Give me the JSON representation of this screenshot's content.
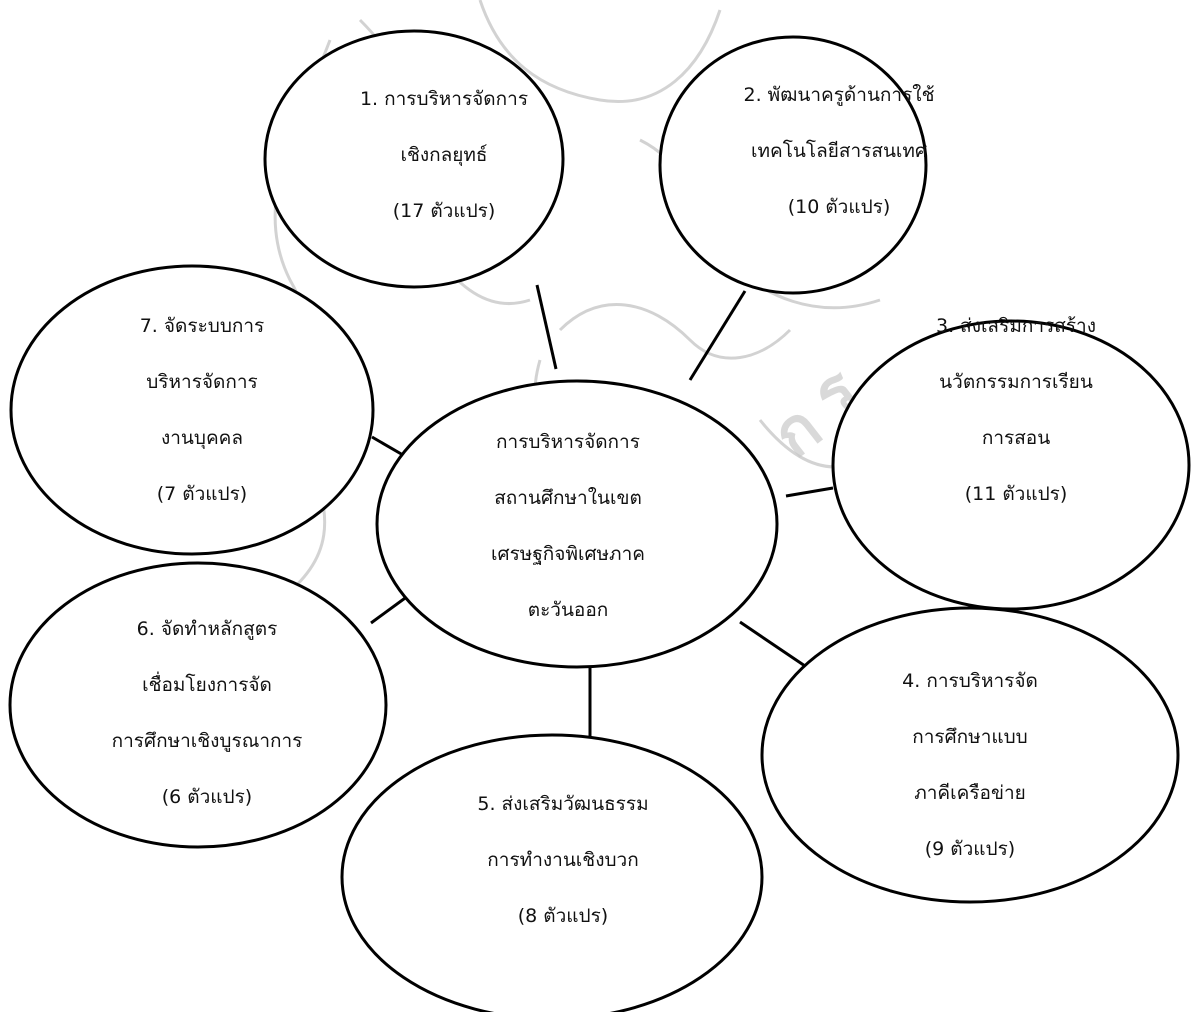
{
  "center": {
    "lines": [
      "การบริหารจัดการ",
      "สถานศึกษาในเขต",
      "เศรษฐกิจพิเศษภาค",
      "ตะวันออก"
    ]
  },
  "nodes": [
    {
      "id": "node-1",
      "lines": [
        "1. การบริหารจัดการ",
        "เชิงกลยุทธ์",
        "(17 ตัวแปร)"
      ]
    },
    {
      "id": "node-2",
      "lines": [
        "2. พัฒนาครูด้านการใช้",
        "เทคโนโลยีสารสนเทศ",
        "(10 ตัวแปร)"
      ]
    },
    {
      "id": "node-3",
      "lines": [
        "3. ส่งเสริมการสร้าง",
        "นวัตกรรมการเรียน",
        "การสอน",
        "(11 ตัวแปร)"
      ]
    },
    {
      "id": "node-4",
      "lines": [
        "4. การบริหารจัด",
        "การศึกษาแบบ",
        "ภาคีเครือข่าย",
        "(9 ตัวแปร)"
      ]
    },
    {
      "id": "node-5",
      "lines": [
        "5. ส่งเสริมวัฒนธรรม",
        "การทำงานเชิงบวก",
        "(8 ตัวแปร)"
      ]
    },
    {
      "id": "node-6",
      "lines": [
        "6. จัดทำหลักสูตร",
        "เชื่อมโยงการจัด",
        "การศึกษาเชิงบูรณาการ",
        "(6 ตัวแปร)"
      ]
    },
    {
      "id": "node-7",
      "lines": [
        "7. จัดระบบการ",
        "บริหารจัดการ",
        "งานบุคคล",
        "(7 ตัวแปร)"
      ]
    }
  ],
  "colors": {
    "stroke": "#000000",
    "watermark": "#bdbdbd",
    "text": "#111111"
  }
}
